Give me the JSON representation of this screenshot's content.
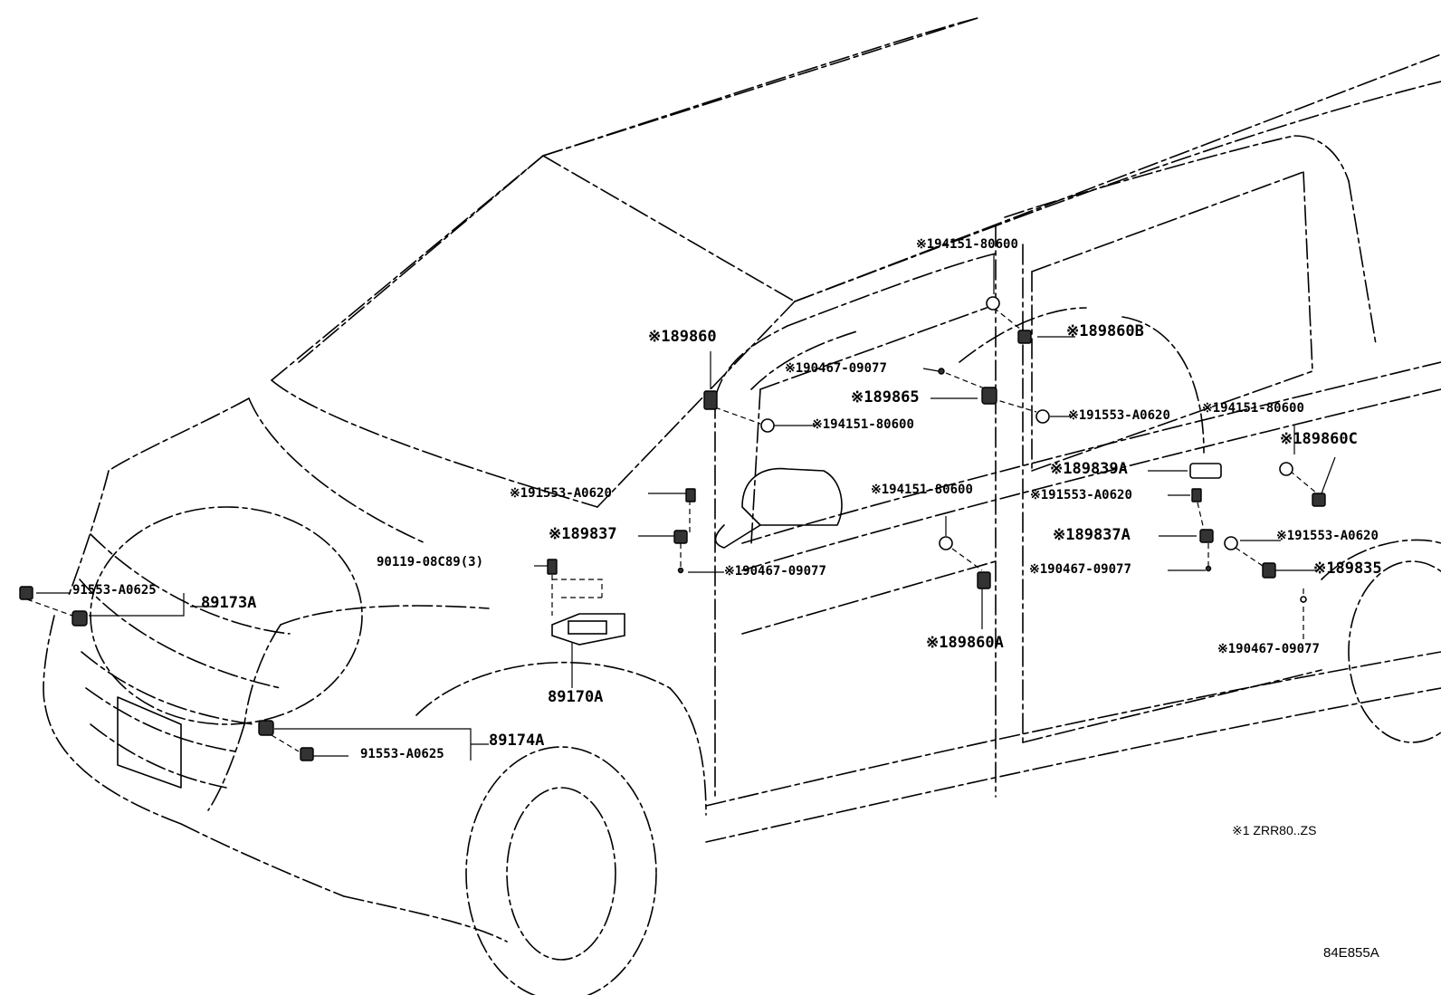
{
  "labels": {
    "l_194151_80600_top": "※194151-80600",
    "l_189860B": "※189860B",
    "l_189860": "※189860",
    "l_190467_09077_top": "※190467-09077",
    "l_189865": "※189865",
    "l_191553_A0620_mid": "※191553-A0620",
    "l_194151_80600_right": "※194151-80600",
    "l_194151_80600_left": "※194151-80600",
    "l_189860C": "※189860C",
    "l_189839A": "※189839A",
    "l_191553_A0620_left": "※191553-A0620",
    "l_194151_80600_center": "※194151-80600",
    "l_191553_A0620_right": "※191553-A0620",
    "l_189837": "※189837",
    "l_189837A": "※189837A",
    "l_191553_A0620_far_right": "※191553-A0620",
    "l_90119_08C89": "90119-08C89(3)",
    "l_190467_09077_left": "※190467-09077",
    "l_190467_09077_right": "※190467-09077",
    "l_189835": "※189835",
    "l_91553_A0625_top": "91553-A0625",
    "l_89173A": "89173A",
    "l_189860A": "※189860A",
    "l_190467_09077_bottom": "※190467-09077",
    "l_89170A": "89170A",
    "l_89174A": "89174A",
    "l_91553_A0625_bottom": "91553-A0625"
  },
  "footnote": "※1 ZRR80..ZS",
  "diagram_id": "84E855A"
}
